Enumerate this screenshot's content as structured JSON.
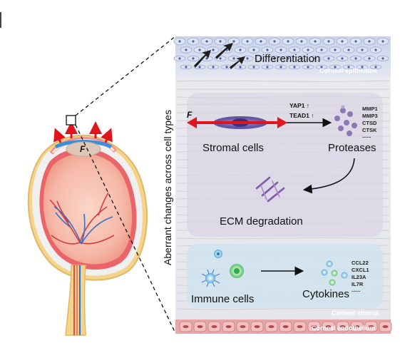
{
  "layers": {
    "epithelium": "Corneal epithelium",
    "stroma": "Corneal stroma",
    "endothelium": "Corneal endothelium"
  },
  "side_label": "Aberrant changes across cell types",
  "epithelium": {
    "process": "Differentiation"
  },
  "stroma": {
    "force_label": "F",
    "cell_label": "Stromal cells",
    "signals": [
      "YAP1 ↑",
      "TEAD1 ↑"
    ],
    "product_label": "Proteases",
    "proteases": [
      "MMP1",
      "MMP3",
      "CTSD",
      "CTSK",
      "......"
    ],
    "result_label": "ECM degradation"
  },
  "immune": {
    "cell_label": "Immune cells",
    "product_label": "Cytokines",
    "cytokines": [
      "CCL22",
      "CXCL1",
      "IL23A",
      "IL7R",
      "......"
    ]
  },
  "eye": {
    "force_label": "F"
  },
  "colors": {
    "force_arrow": "#e0141c",
    "stromal_cell": "#5a4f9c",
    "protease": "#8d79b8",
    "immune_green": "#4fbf6a",
    "immune_blue": "#4aa3dc",
    "endothelium": "#e8a7a7"
  }
}
